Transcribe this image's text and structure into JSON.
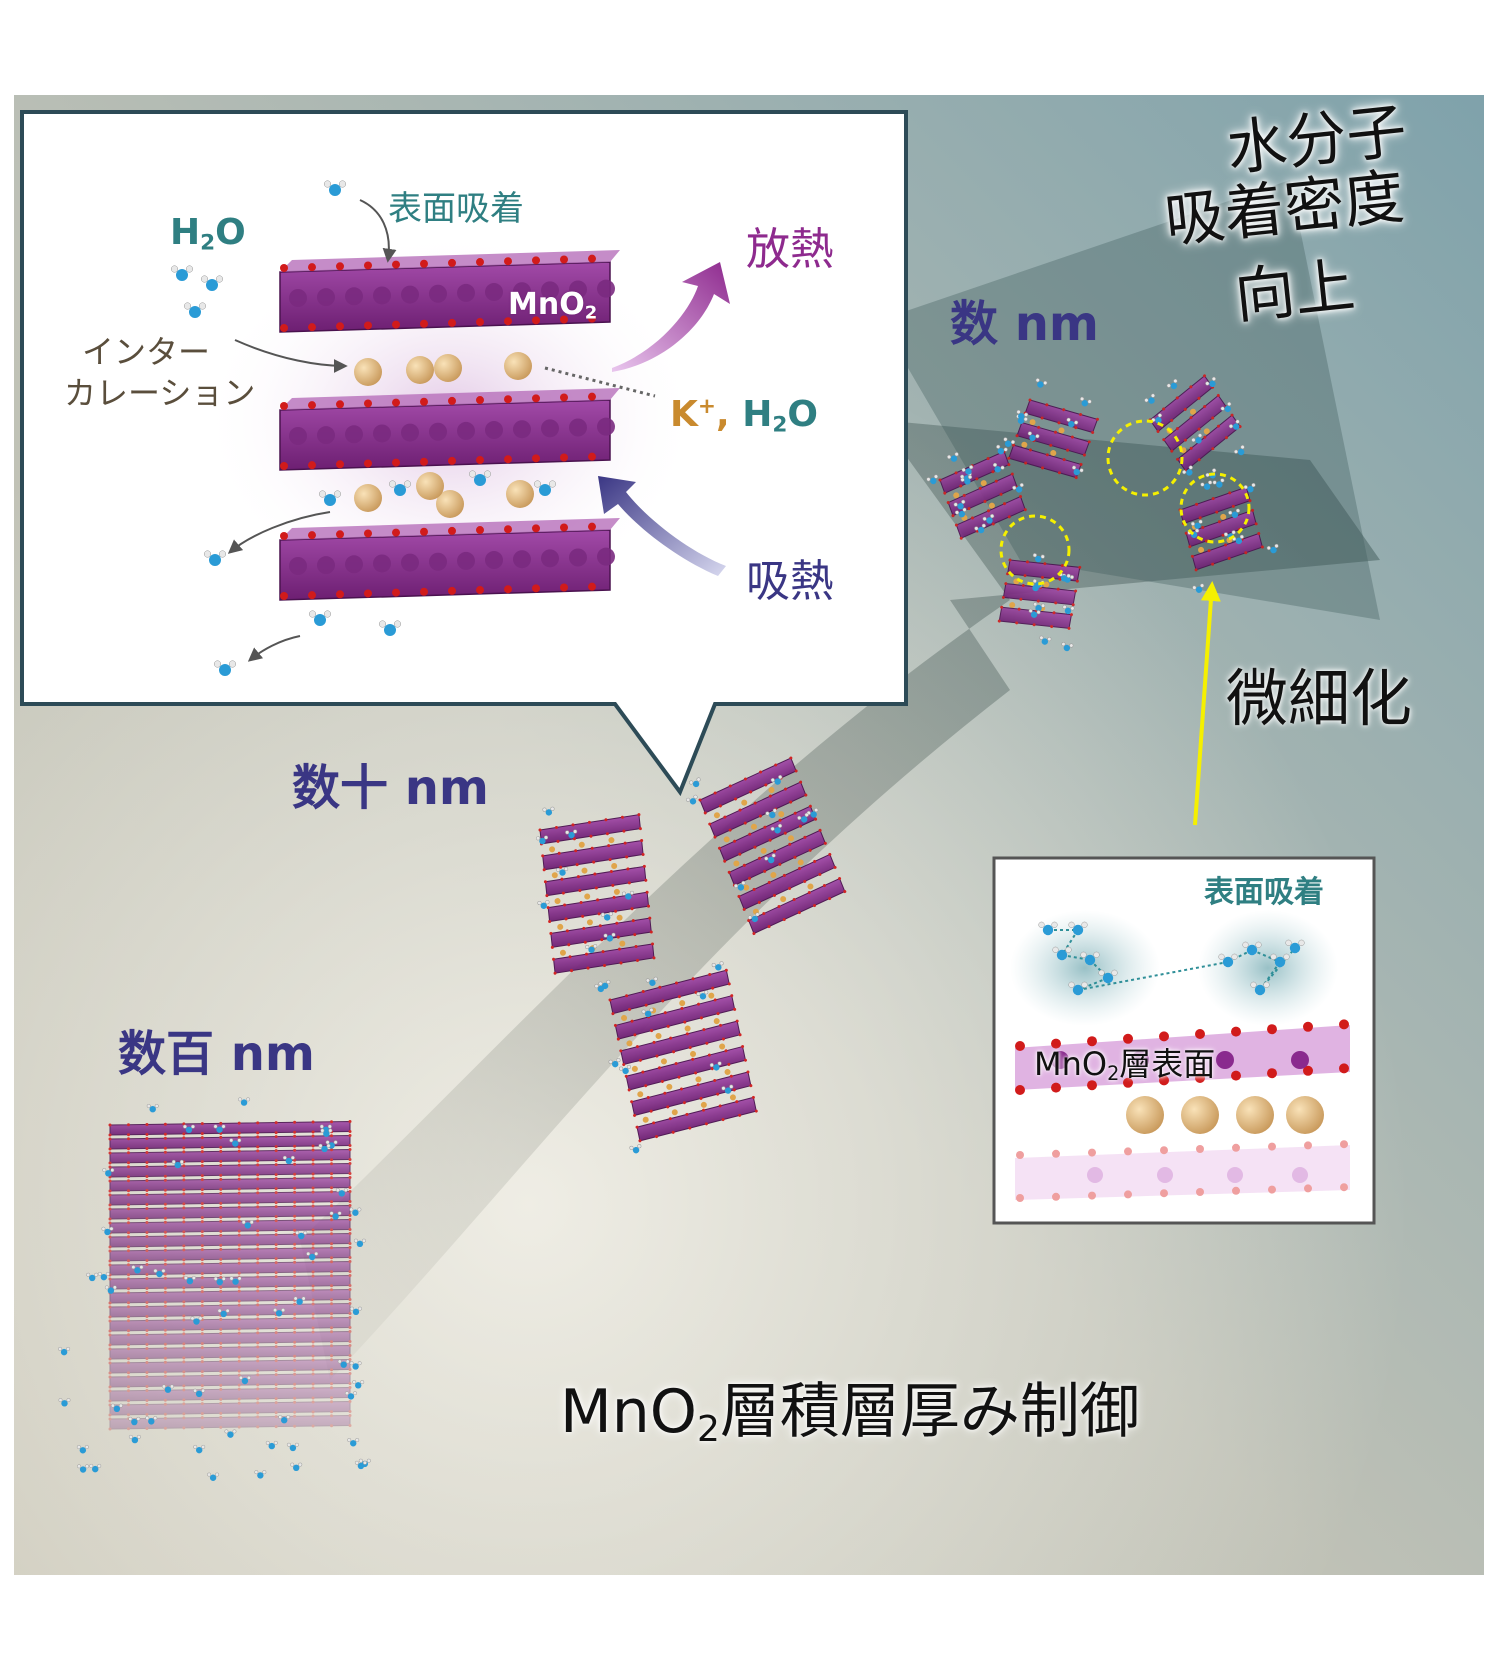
{
  "labels": {
    "surface_adsorption_top": "表面吸着",
    "h2o_top": "H",
    "h2o_top_sub": "2",
    "h2o_top_end": "O",
    "mno2_inset": "MnO",
    "mno2_inset_sub": "2",
    "intercalation_line1": "インター",
    "intercalation_line2": "カレーション",
    "k_plus": "K",
    "k_plus_sup": "+",
    "k_plus_comma": ",",
    "h2o_mid": "H",
    "h2o_mid_sub": "2",
    "h2o_mid_end": "O",
    "heat_release": "放熱",
    "heat_absorb": "吸熱",
    "few_nm": "数 nm",
    "tens_nm": "数十 nm",
    "hundreds_nm": "数百 nm",
    "refinement": "微細化",
    "density_line1": "水分子",
    "density_line2": "吸着密度",
    "density_line3": "向上",
    "surface_adsorption_small": "表面吸着",
    "mno2_layer_surface": "MnO",
    "mno2_layer_surface_sub": "2",
    "mno2_layer_surface_end": "層表面",
    "bottom_caption": "MnO",
    "bottom_caption_sub": "2",
    "bottom_caption_end": "層積層厚み制御"
  },
  "colors": {
    "teal": "#2f7f82",
    "navy": "#3a3684",
    "purple": "#8e2a8e",
    "gold": "#c98a2e",
    "brown": "#5a4e3c",
    "highlight_yellow": "#f5f000"
  }
}
